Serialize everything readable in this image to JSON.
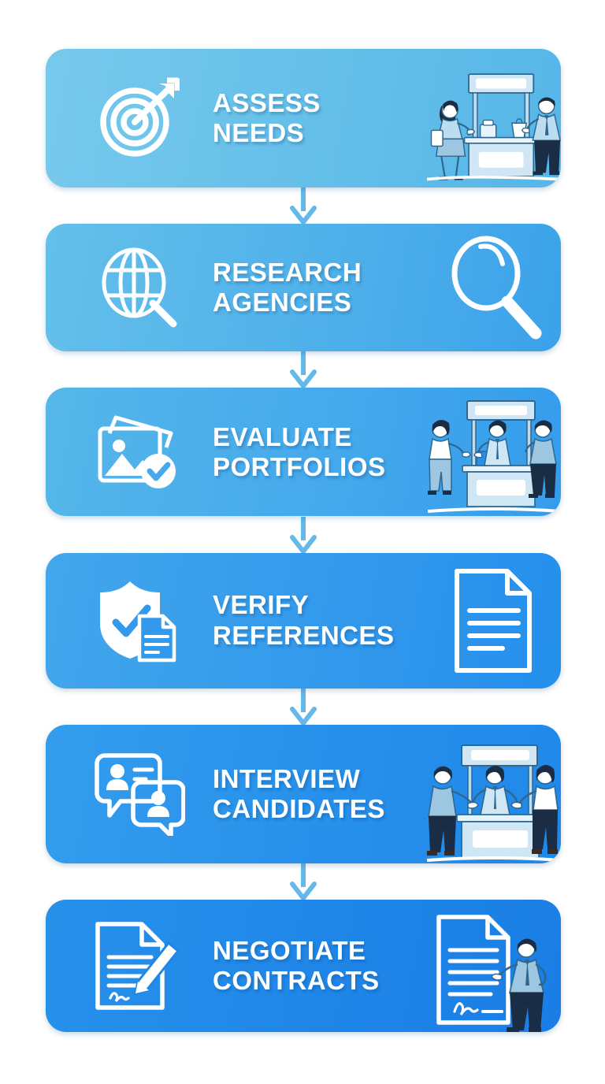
{
  "infographic": {
    "background_color": "#ffffff",
    "connector_color": "#64b9ea",
    "text_color": "#ffffff",
    "steps": [
      {
        "index": 1,
        "line1": "ASSESS",
        "line2": "NEEDS",
        "icon": "target-arrow-icon",
        "art": "booth-two-people-illustration",
        "card_color": "#64bfe9"
      },
      {
        "index": 2,
        "line1": "RESEARCH",
        "line2": "AGENCIES",
        "icon": "globe-magnifier-icon",
        "art": "magnifying-glass-illustration",
        "card_color": "#4fb0ea"
      },
      {
        "index": 3,
        "line1": "EVALUATE",
        "line2": "PORTFOLIOS",
        "icon": "photo-stack-check-icon",
        "art": "booth-three-people-illustration",
        "card_color": "#45a9ec"
      },
      {
        "index": 4,
        "line1": "VERIFY",
        "line2": "REFERENCES",
        "icon": "shield-check-document-icon",
        "art": "document-page-illustration",
        "card_color": "#3399ec"
      },
      {
        "index": 5,
        "line1": "INTERVIEW",
        "line2": "CANDIDATES",
        "icon": "chat-bubbles-people-icon",
        "art": "booth-handshake-illustration",
        "card_color": "#2790eb"
      },
      {
        "index": 6,
        "line1": "NEGOTIATE",
        "line2": "CONTRACTS",
        "icon": "contract-pen-signature-icon",
        "art": "man-signed-contract-illustration",
        "card_color": "#1f86e8"
      }
    ],
    "connectors": [
      {
        "from": 1,
        "to": 2,
        "icon": "arrow-down-icon"
      },
      {
        "from": 2,
        "to": 3,
        "icon": "arrow-down-icon"
      },
      {
        "from": 3,
        "to": 4,
        "icon": "arrow-down-icon"
      },
      {
        "from": 4,
        "to": 5,
        "icon": "arrow-down-icon"
      },
      {
        "from": 5,
        "to": 6,
        "icon": "arrow-down-icon"
      }
    ]
  }
}
